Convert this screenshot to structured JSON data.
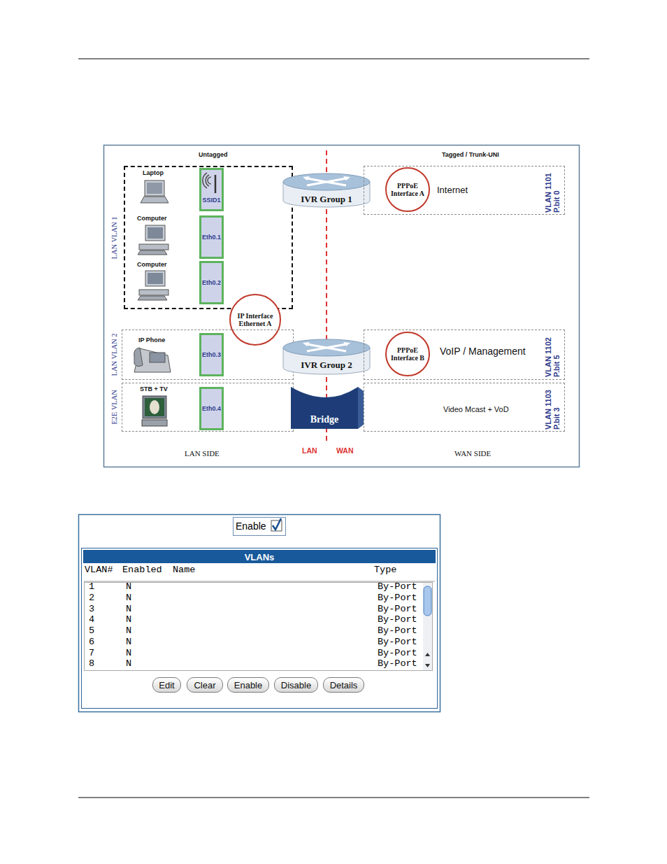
{
  "diagram": {
    "nodes": [
      {
        "text": [
          "LAN VLAN 1"
        ]
      },
      {
        "text": [
          "SSID1"
        ],
        "in": 0
      },
      {
        "text": [
          "Eth0.1"
        ],
        "in": 0
      },
      {
        "text": [
          "Eth0.2"
        ],
        "in": 0
      },
      {
        "text": [
          "IVR Group 1"
        ]
      },
      {
        "text": [
          "VLAN 1101 P.bit 0"
        ]
      },
      {
        "text": [
          "PPPoE Interface A"
        ],
        "in": 5
      },
      {
        "text": [
          "IP Interface Ethernet A"
        ]
      },
      {
        "text": [
          "LAN VLAN 2"
        ]
      },
      {
        "text": [
          "Eth0.3"
        ],
        "in": 8
      },
      {
        "text": [
          "IVR Group 2"
        ]
      },
      {
        "text": [
          "VLAN 1102 P.bit 5"
        ]
      },
      {
        "text": [
          "PPPoE Interface B"
        ],
        "in": 11
      },
      {
        "text": [
          "E2E VLAN"
        ]
      },
      {
        "text": [
          "Eth0.4"
        ],
        "in": 13
      },
      {
        "text": [
          "Bridge"
        ]
      },
      {
        "text": [
          "VLAN 1103 P.bit 3"
        ]
      },
      {
        "text": [
          "Enable"
        ]
      },
      {
        "text": [
          "VLANs"
        ]
      },
      {
        "text": [
          "Edit"
        ],
        "in": 18
      },
      {
        "text": [
          "Clear"
        ],
        "in": 18
      },
      {
        "text": [
          "Enable"
        ],
        "in": 18
      },
      {
        "text": [
          "Disable"
        ],
        "in": 18
      },
      {
        "text": [
          "Details"
        ],
        "in": 18
      }
    ],
    "labels": [
      "Untagged",
      "Tagged / Trunk-UNI",
      "Laptop",
      "Computer",
      "Computer",
      "Internet",
      "IP Phone",
      "VoIP / Management",
      "STB + TV",
      "Video Mcast + VoD",
      "LAN SIDE",
      "LAN",
      "WAN",
      "WAN SIDE",
      "VLAN#",
      "Enabled",
      "Name",
      "Type",
      "1",
      "N",
      "By-Port",
      "2",
      "N",
      "By-Port",
      "3",
      "N",
      "By-Port",
      "4",
      "N",
      "By-Port",
      "5",
      "N",
      "By-Port",
      "6",
      "N",
      "By-Port",
      "7",
      "N",
      "By-Port",
      "8",
      "N",
      "By-Port"
    ]
  }
}
